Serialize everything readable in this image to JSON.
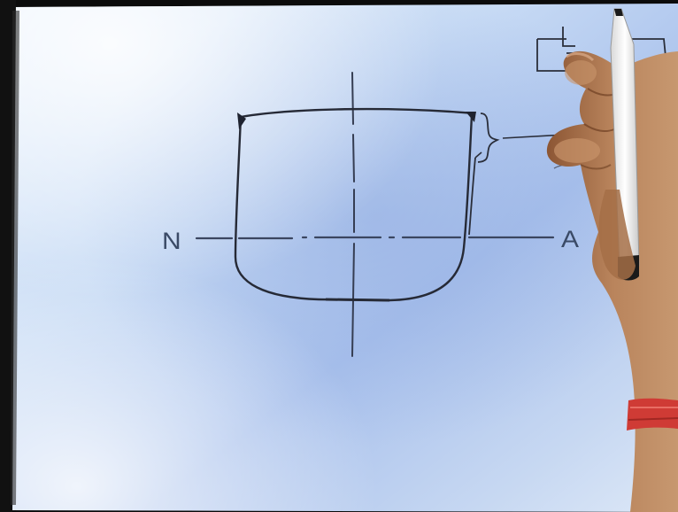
{
  "labels": {
    "left_axis_end": "N",
    "right_axis_end": "A"
  },
  "colors": {
    "board_base": "#cfe0f6",
    "board_light": "#eef5fd",
    "board_blue": "#9bb6e6",
    "ink": "#2a2e3a",
    "skin": "#b07a52",
    "skin_shadow": "#7a4a2c",
    "wristband": "#d4403a",
    "frame": "#0b0b0b"
  },
  "icons": [
    "marker-pen",
    "hand"
  ]
}
